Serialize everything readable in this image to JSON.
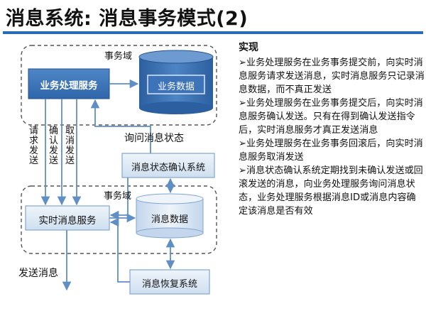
{
  "title": "消息系统: 消息事务模式(2)",
  "diagram": {
    "domain_top": "事务域",
    "domain_bottom": "事务域",
    "business_service": "业务处理服务",
    "business_data": "业务数据",
    "request_send": "请求发送",
    "confirm_send": "确认发送",
    "cancel_send": "取消发送",
    "query_status": "询问消息状态",
    "status_confirm_system": "消息状态确认系统",
    "realtime_service": "实时消息服务",
    "message_data": "消息数据",
    "send_message": "发送消息",
    "recovery_system": "消息恢复系统"
  },
  "panel": {
    "heading": "实现",
    "bullets": [
      "业务处理服务在业务事务提交前，向实时消息服务请求发送消息，实时消息服务只记录消息数据，而不真正发送",
      "业务处理服务在业务事务提交后，向实时消息服务确认发送。只有在得到确认发送指令后，实时消息服务才真正发送消息",
      "业务处理服务在业务事务回滚后，向实时消息服务取消发送",
      "消息状态确认系统定期找到未确认发送或回滚发送的消息，向业务处理服务询问消息状态，业务处理服务根据消息ID或消息内容确定该消息是否有效"
    ]
  },
  "colors": {
    "accent": "#2a6bb5",
    "box_fill": "#dbe7f4",
    "box_border": "#7fa6d3",
    "arrow": "#5f8fc4"
  }
}
